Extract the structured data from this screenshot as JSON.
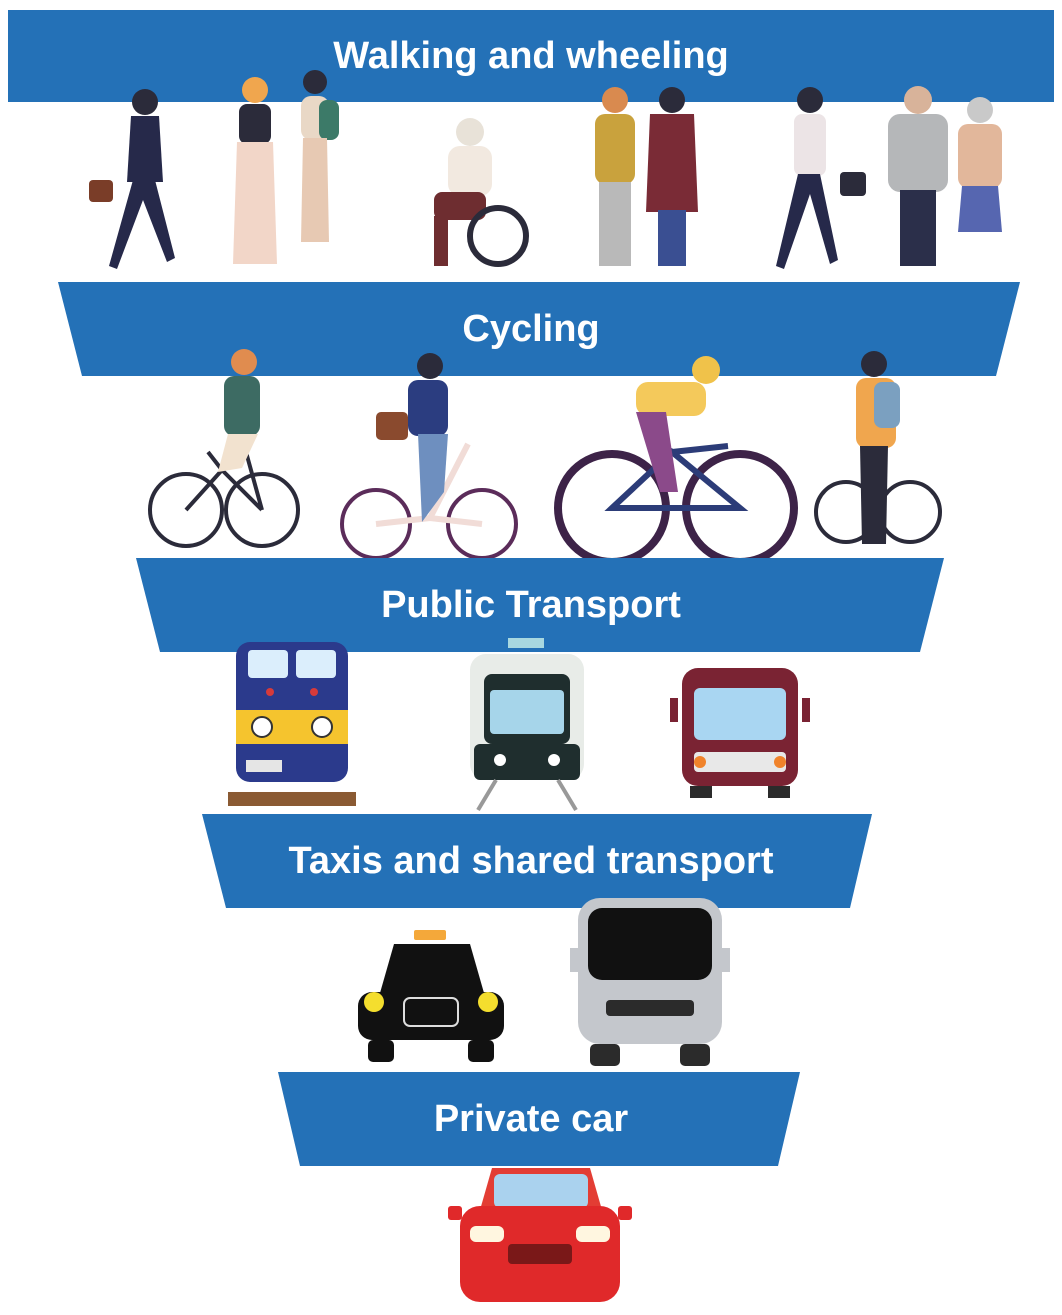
{
  "colors": {
    "band": "#2471b7",
    "text": "#ffffff",
    "background": "#ffffff"
  },
  "hierarchy": [
    {
      "id": "walking",
      "label": "Walking and wheeling",
      "icons": [
        "walking-person-icon",
        "wheelchair-user-icon",
        "pedestrian-group-icon"
      ]
    },
    {
      "id": "cycling",
      "label": "Cycling",
      "icons": [
        "cyclist-icon",
        "bicycle-icon"
      ]
    },
    {
      "id": "public-transport",
      "label": "Public Transport",
      "icons": [
        "train-icon",
        "tram-icon",
        "bus-icon"
      ]
    },
    {
      "id": "taxis",
      "label": "Taxis and shared transport",
      "icons": [
        "taxi-icon",
        "minibus-icon"
      ]
    },
    {
      "id": "private-car",
      "label": "Private car",
      "icons": [
        "car-icon"
      ]
    }
  ]
}
